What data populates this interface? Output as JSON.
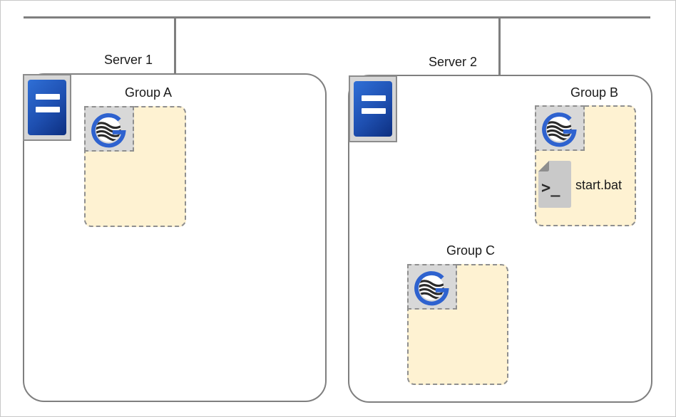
{
  "servers": [
    {
      "label": "Server 1",
      "icon": "server-icon"
    },
    {
      "label": "Server 2",
      "icon": "server-icon"
    }
  ],
  "groups": [
    {
      "label": "Group A",
      "icon": "cluster-g-icon"
    },
    {
      "label": "Group B",
      "icon": "cluster-g-icon",
      "resource": {
        "label": "start.bat",
        "icon": "script-icon"
      }
    },
    {
      "label": "Group C",
      "icon": "cluster-g-icon"
    }
  ],
  "colors": {
    "group_fill": "#fef2d2",
    "server_blue": "#1e4fb0",
    "line_gray": "#7f7f7f",
    "g_logo_blue": "#2e62cf"
  }
}
